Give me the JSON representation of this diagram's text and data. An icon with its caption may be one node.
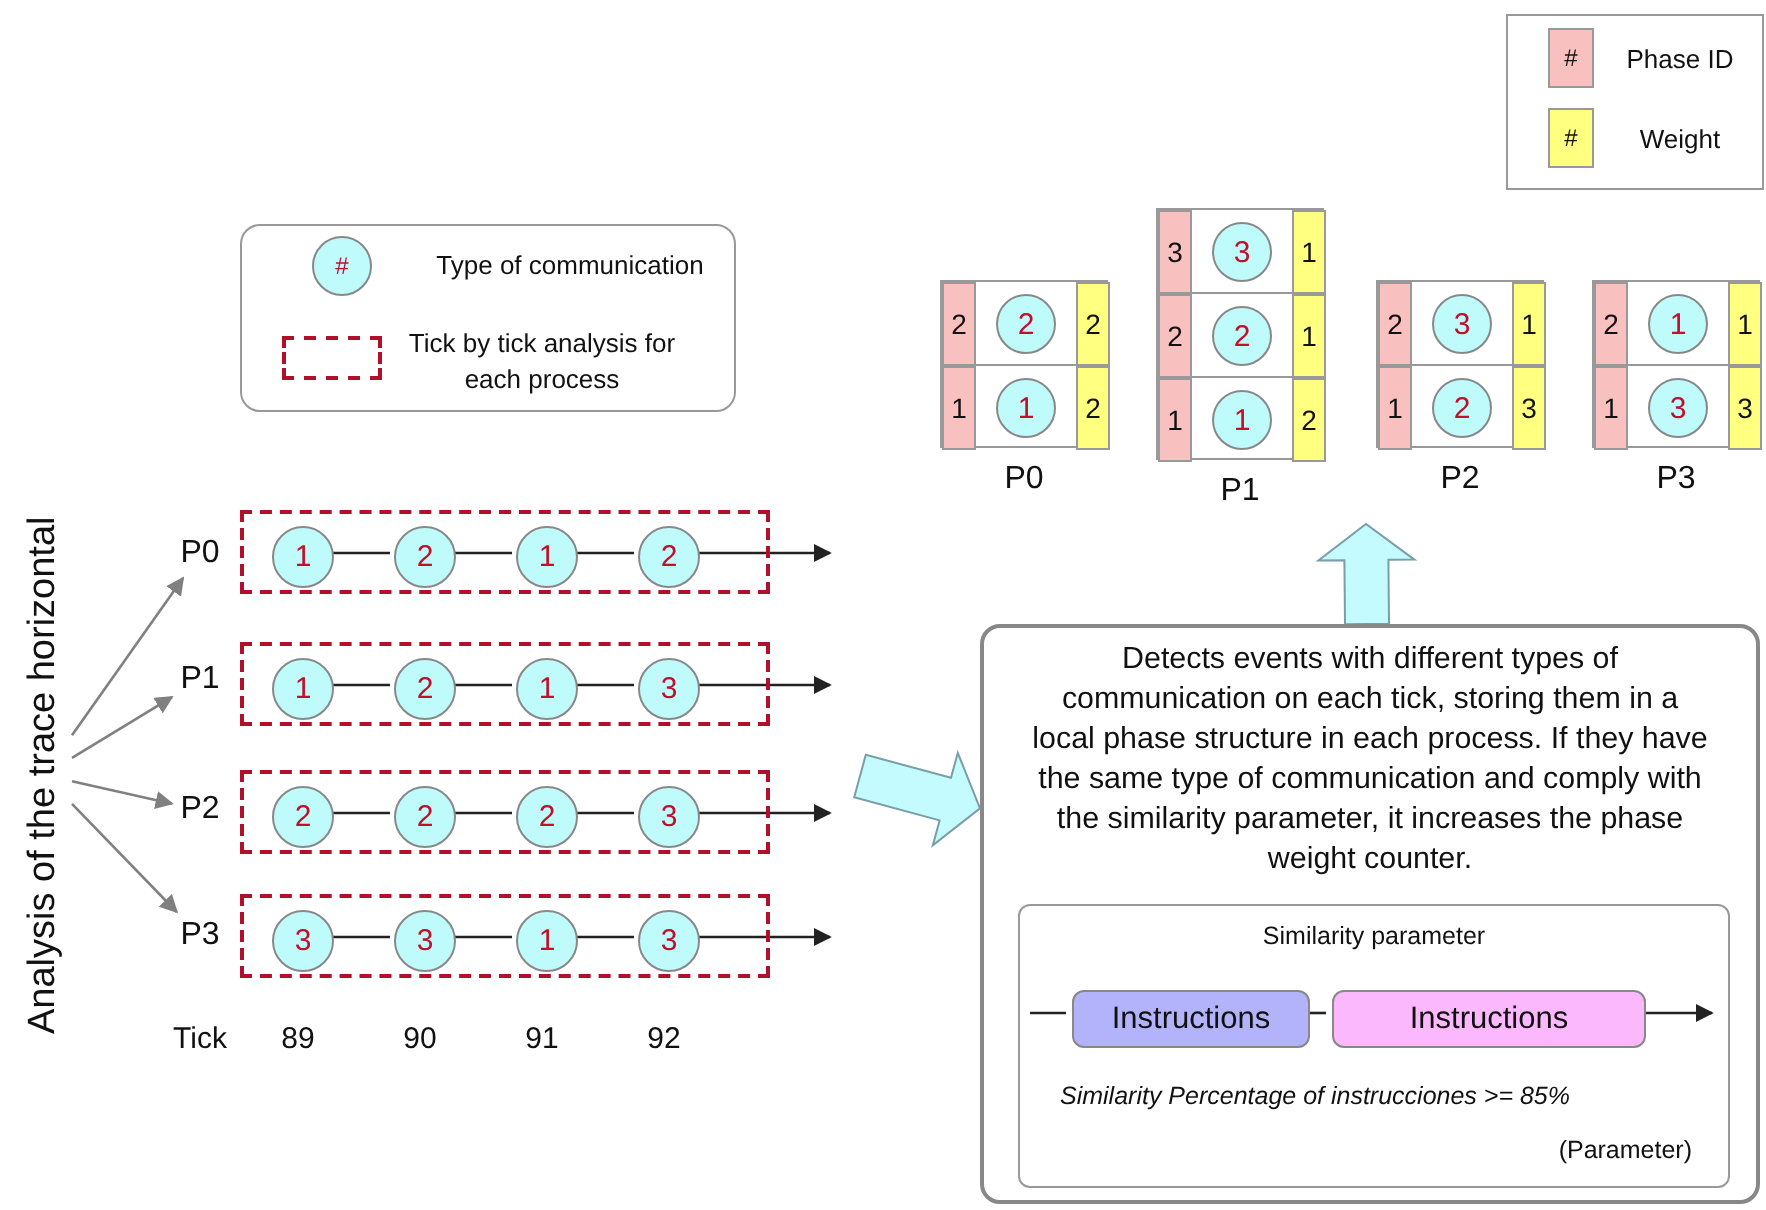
{
  "diagram": {
    "nodes": [
      {
        "text": [],
        "shape": "box",
        "beside": [
          "P0"
        ]
      },
      {
        "text": [
          "2"
        ],
        "in": 0
      },
      {
        "text": [
          "2"
        ],
        "in": 0
      },
      {
        "text": [
          "2"
        ],
        "in": 0
      },
      {
        "text": [
          "1"
        ],
        "in": 0
      },
      {
        "text": [
          "1"
        ],
        "in": 0
      },
      {
        "text": [
          "2"
        ],
        "in": 0
      },
      {
        "text": [],
        "shape": "box",
        "beside": [
          "P1"
        ]
      },
      {
        "text": [
          "3"
        ],
        "in": 7
      },
      {
        "text": [
          "3"
        ],
        "in": 7
      },
      {
        "text": [
          "1"
        ],
        "in": 7
      },
      {
        "text": [
          "2"
        ],
        "in": 7
      },
      {
        "text": [
          "2"
        ],
        "in": 7
      },
      {
        "text": [
          "1"
        ],
        "in": 7
      },
      {
        "text": [
          "1"
        ],
        "in": 7
      },
      {
        "text": [
          "1"
        ],
        "in": 7
      },
      {
        "text": [
          "2"
        ],
        "in": 7
      },
      {
        "text": [],
        "shape": "box",
        "beside": [
          "P2"
        ]
      },
      {
        "text": [
          "2"
        ],
        "in": 17
      },
      {
        "text": [
          "3"
        ],
        "in": 17
      },
      {
        "text": [
          "1"
        ],
        "in": 17
      },
      {
        "text": [
          "1"
        ],
        "in": 17
      },
      {
        "text": [
          "2"
        ],
        "in": 17
      },
      {
        "text": [
          "3"
        ],
        "in": 17
      },
      {
        "text": [],
        "shape": "box",
        "beside": [
          "P3"
        ]
      },
      {
        "text": [
          "2"
        ],
        "in": 24
      },
      {
        "text": [
          "1"
        ],
        "in": 24
      },
      {
        "text": [
          "1"
        ],
        "in": 24
      },
      {
        "text": [
          "1"
        ],
        "in": 24
      },
      {
        "text": [
          "3"
        ],
        "in": 24
      },
      {
        "text": [
          "3"
        ],
        "in": 24
      },
      {
        "text": [
          "Analysis of the trace horizontal"
        ]
      },
      {
        "text": [
          "P0"
        ]
      },
      {
        "text": [
          "P1"
        ]
      },
      {
        "text": [
          "P2"
        ]
      },
      {
        "text": [
          "P3"
        ]
      },
      {
        "text": [],
        "shape": "box"
      },
      {
        "text": [
          "1"
        ],
        "in": 36
      },
      {
        "text": [
          "2"
        ],
        "in": 36
      },
      {
        "text": [
          "1"
        ],
        "in": 36
      },
      {
        "text": [
          "2"
        ],
        "in": 36
      },
      {
        "text": [],
        "shape": "box"
      },
      {
        "text": [
          "1"
        ],
        "in": 41
      },
      {
        "text": [
          "2"
        ],
        "in": 41
      },
      {
        "text": [
          "1"
        ],
        "in": 41
      },
      {
        "text": [
          "3"
        ],
        "in": 41
      },
      {
        "text": [],
        "shape": "box"
      },
      {
        "text": [
          "2"
        ],
        "in": 46
      },
      {
        "text": [
          "2"
        ],
        "in": 46
      },
      {
        "text": [
          "2"
        ],
        "in": 46
      },
      {
        "text": [
          "3"
        ],
        "in": 46
      },
      {
        "text": [],
        "shape": "box"
      },
      {
        "text": [
          "3"
        ],
        "in": 51
      },
      {
        "text": [
          "3"
        ],
        "in": 51
      },
      {
        "text": [
          "1"
        ],
        "in": 51
      },
      {
        "text": [
          "3"
        ],
        "in": 51
      },
      {
        "text": [
          "Detects events with different types of communication on each tick, storing them in a local phase structure in each process.  If they have the same type of communication and comply with the similarity parameter, it increases the phase weight counter."
        ]
      },
      {
        "text": [
          "Similarity parameter",
          "Similarity Percentage of instrucciones >= 85%",
          "(Parameter)"
        ],
        "in": 56
      },
      {
        "text": [
          "Instructions"
        ],
        "in": 57
      },
      {
        "text": [
          "Instructions"
        ],
        "in": 57
      }
    ],
    "edges": [
      {
        "from": 31,
        "to": 32,
        "arrow": "to",
        "color": "#808080"
      },
      {
        "from": 31,
        "to": 33,
        "arrow": "to",
        "color": "#808080"
      },
      {
        "from": 31,
        "to": 34,
        "arrow": "to",
        "color": "#808080"
      },
      {
        "from": 31,
        "to": 35,
        "arrow": "to",
        "color": "#808080"
      },
      {
        "from": 37,
        "to": 38,
        "arrow": "none"
      },
      {
        "from": 38,
        "to": 39,
        "arrow": "none"
      },
      {
        "from": 39,
        "to": 40,
        "arrow": "none"
      },
      {
        "from": 40,
        "to": null,
        "arrow": "to"
      },
      {
        "from": 42,
        "to": 43,
        "arrow": "none"
      },
      {
        "from": 43,
        "to": 44,
        "arrow": "none"
      },
      {
        "from": 44,
        "to": 45,
        "arrow": "none"
      },
      {
        "from": 45,
        "to": null,
        "arrow": "to"
      },
      {
        "from": 47,
        "to": 48,
        "arrow": "none"
      },
      {
        "from": 48,
        "to": 49,
        "arrow": "none"
      },
      {
        "from": 49,
        "to": 50,
        "arrow": "none"
      },
      {
        "from": 50,
        "to": null,
        "arrow": "to"
      },
      {
        "from": 52,
        "to": 53,
        "arrow": "none"
      },
      {
        "from": 53,
        "to": 54,
        "arrow": "none"
      },
      {
        "from": 54,
        "to": 55,
        "arrow": "none"
      },
      {
        "from": 55,
        "to": null,
        "arrow": "to"
      },
      {
        "from": null,
        "to": 56,
        "arrow": "to",
        "style": "thick",
        "color": "#c4fbff"
      },
      {
        "from": 56,
        "to": null,
        "arrow": "to",
        "style": "thick",
        "color": "#c4fbff"
      },
      {
        "from": null,
        "to": 58,
        "arrow": "none"
      },
      {
        "from": 58,
        "to": 59,
        "arrow": "none"
      },
      {
        "from": 59,
        "to": null,
        "arrow": "to"
      }
    ],
    "labels": [
      "#",
      "#",
      "#",
      "Tick",
      "89",
      "90",
      "91",
      "92"
    ],
    "legend": [
      {
        "text": "Phase ID",
        "color": "#f9c0c0"
      },
      {
        "text": "Weight",
        "color": "#ffff80"
      },
      {
        "text": "Type of communication"
      },
      {
        "text": "Tick by tick analysis for each process"
      }
    ]
  }
}
